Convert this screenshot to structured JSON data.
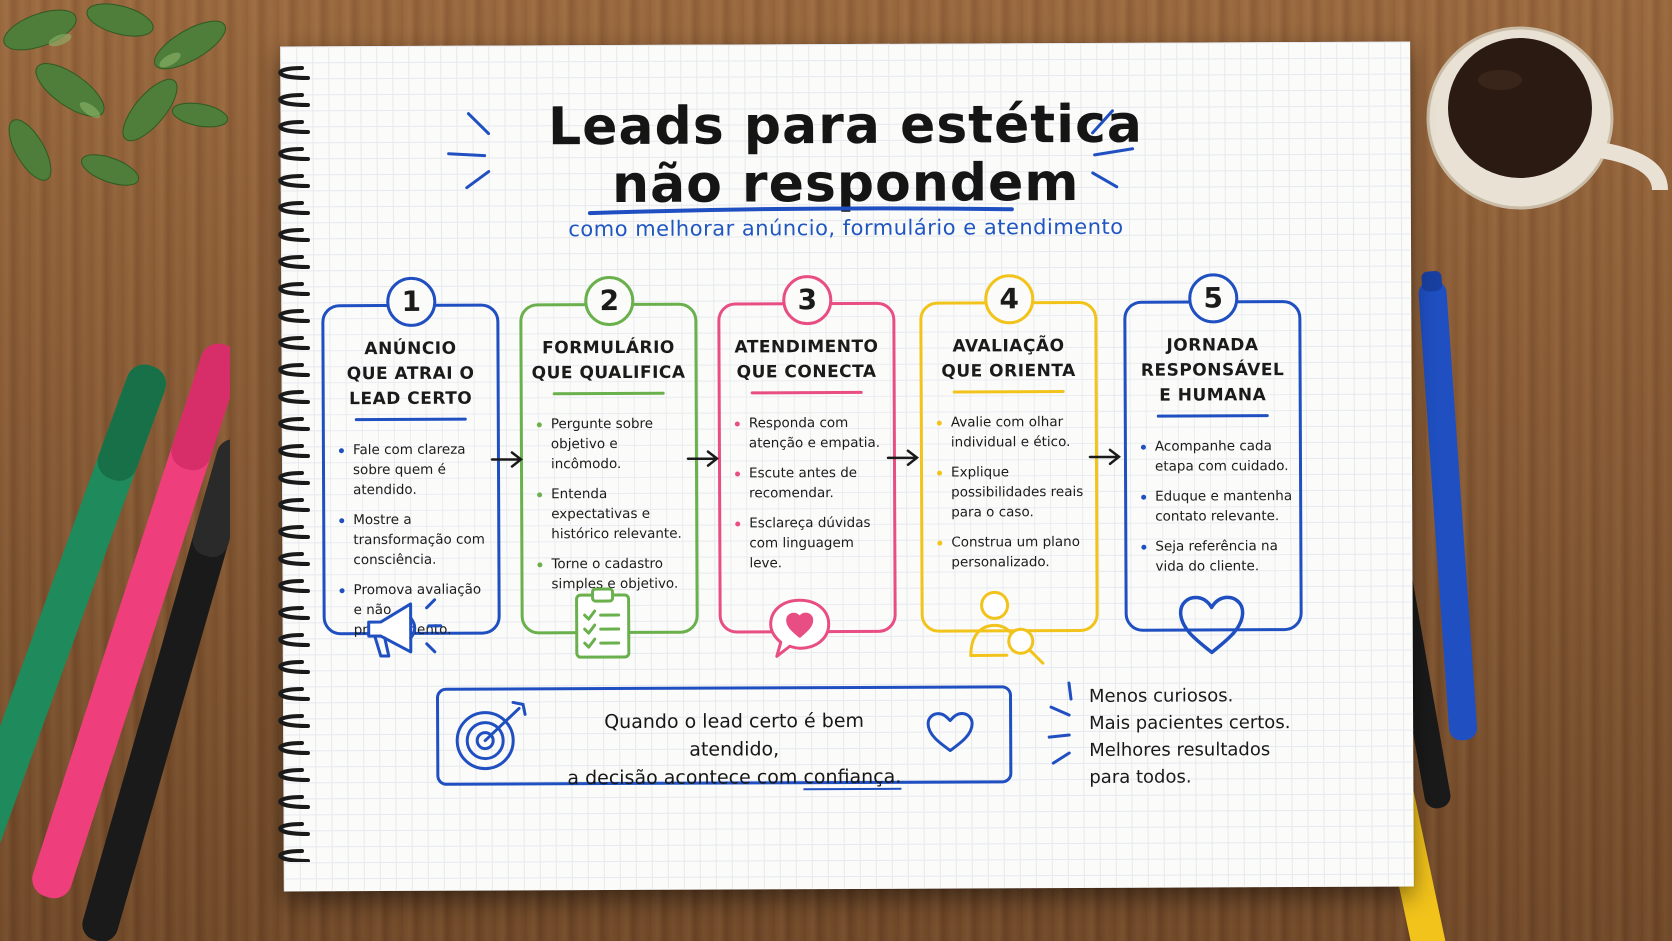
{
  "title_line1": "Leads para estética",
  "title_line2": "não respondem",
  "subtitle": "como melhorar anúncio, formulário e atendimento",
  "colors": {
    "blue": "#1f4fc0",
    "green": "#6ab04c",
    "pink": "#e84e83",
    "yellow": "#f2c31b",
    "ink": "#171717"
  },
  "steps": [
    {
      "number": "1",
      "title_lines": [
        "Anúncio",
        "que atrai o",
        "lead certo"
      ],
      "color": "#1f4fc0",
      "bullets": [
        "Fale com clareza sobre quem é atendido.",
        "Mostre a transformação com consciência.",
        "Promova avaliação e não procedimento."
      ],
      "icon": "megaphone-icon"
    },
    {
      "number": "2",
      "title_lines": [
        "Formulário",
        "que qualifica"
      ],
      "color": "#6ab04c",
      "bullets": [
        "Pergunte sobre objetivo e incômodo.",
        "Entenda expectativas e histórico relevante.",
        "Torne o cadastro simples e objetivo."
      ],
      "icon": "clipboard-checklist-icon"
    },
    {
      "number": "3",
      "title_lines": [
        "Atendimento",
        "que conecta"
      ],
      "color": "#e84e83",
      "bullets": [
        "Responda com atenção e empatia.",
        "Escute antes de recomendar.",
        "Esclareça dúvidas com linguagem leve."
      ],
      "icon": "heart-chat-bubble-icon"
    },
    {
      "number": "4",
      "title_lines": [
        "Avaliação",
        "que orienta"
      ],
      "color": "#f2c31b",
      "bullets": [
        "Avalie com olhar individual e ético.",
        "Explique possibilidades reais para o caso.",
        "Construa um plano personalizado."
      ],
      "icon": "person-magnifier-icon"
    },
    {
      "number": "5",
      "title_lines": [
        "Jornada",
        "responsável",
        "e humana"
      ],
      "color": "#1f4fc0",
      "bullets": [
        "Acompanhe cada etapa com cuidado.",
        "Eduque e mantenha contato relevante.",
        "Seja referência na vida do cliente."
      ],
      "icon": "heart-icon"
    }
  ],
  "bottom": {
    "line1": "Quando o lead certo é bem atendido,",
    "line2_prefix": "a decisão acontece com ",
    "line2_emph": "confiança."
  },
  "sidenote": [
    "Menos curiosos.",
    "Mais pacientes certos.",
    "Melhores resultados",
    "para todos."
  ]
}
